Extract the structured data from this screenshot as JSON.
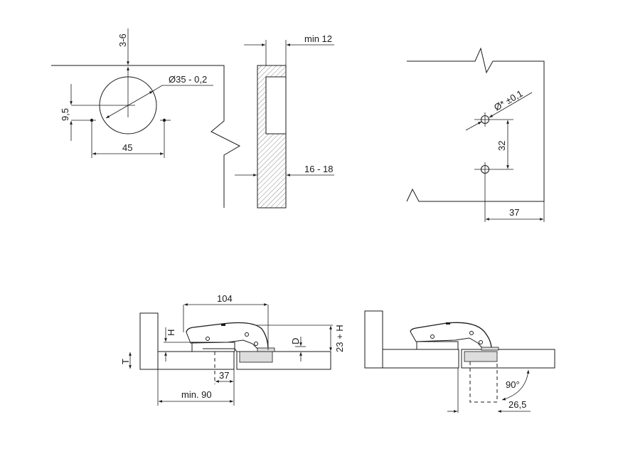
{
  "drilling_pattern": {
    "cup_depth": "3-6",
    "cup_diameter": "Ø35 - 0,2",
    "screw_offset": "9,5",
    "screw_spacing": "45"
  },
  "door_section": {
    "min_thickness": "min 12",
    "door_thickness": "16 - 18"
  },
  "mounting_plate": {
    "hole_diameter": "Ø* ±0,1",
    "hole_spacing": "32",
    "edge_distance": "37"
  },
  "side_view_closed": {
    "hinge_length": "104",
    "height_label": "H",
    "thickness_label": "T",
    "depth_label": "D",
    "height_total": "23 + H",
    "cup_offset": "37",
    "min_width": "min. 90"
  },
  "side_view_open": {
    "opening_angle": "90°",
    "clearance": "26,5"
  }
}
